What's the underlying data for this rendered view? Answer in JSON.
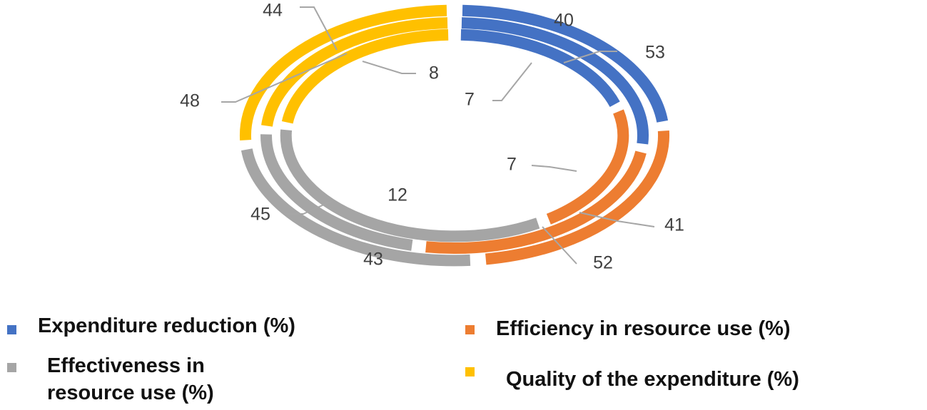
{
  "chart_data": {
    "type": "doughnut",
    "rings": [
      "outer",
      "middle",
      "inner"
    ],
    "series": [
      {
        "name": "Expenditure reduction (%)",
        "color": "#4472C4",
        "values": [
          40,
          53,
          7
        ]
      },
      {
        "name": "Efficiency in resource use (%)",
        "color": "#ED7D31",
        "values": [
          41,
          52,
          7
        ]
      },
      {
        "name": "Effectiveness in resource use (%)",
        "color": "#A5A5A5",
        "values": [
          43,
          45,
          12
        ]
      },
      {
        "name": "Quality of the expenditure (%)",
        "color": "#FFC000",
        "values": [
          44,
          48,
          8
        ]
      }
    ],
    "data_labels": {
      "outer": [
        "40",
        "41",
        "43",
        "44"
      ],
      "middle": [
        "53",
        "52",
        "45",
        "48"
      ],
      "inner": [
        "7",
        "7",
        "12",
        "8"
      ]
    },
    "legend": {
      "placement": "bottom",
      "items": [
        {
          "text": "Expenditure reduction (%)",
          "lines": [
            "Expenditure reduction (%)"
          ],
          "color": "#4472C4"
        },
        {
          "text": "Efficiency in resource use (%)",
          "lines": [
            "Efficiency in resource use (%)"
          ],
          "color": "#ED7D31"
        },
        {
          "text": "Effectiveness in resource use (%)",
          "lines": [
            "Effectiveness in",
            "resource use (%)"
          ],
          "color": "#A5A5A5"
        },
        {
          "text": "Quality of the expenditure (%)",
          "lines": [
            "Quality of the expenditure (%)"
          ],
          "color": "#FFC000"
        }
      ]
    }
  }
}
